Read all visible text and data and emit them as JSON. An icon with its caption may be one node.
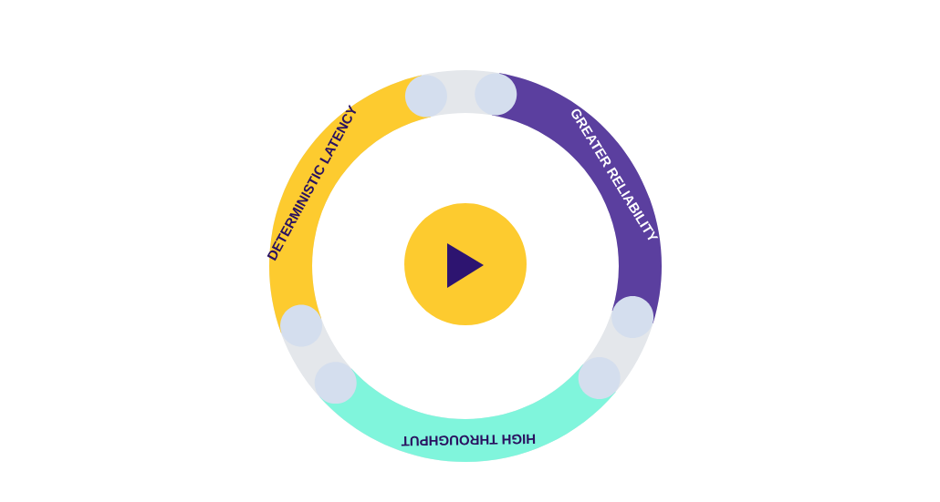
{
  "diagram": {
    "nodes": [
      {
        "text": [
          "DETERMINISTIC LATENCY"
        ]
      },
      {
        "text": [
          "GREATER RELIABILITY"
        ]
      },
      {
        "text": [
          "HIGH THROUGHPUT"
        ]
      }
    ]
  }
}
